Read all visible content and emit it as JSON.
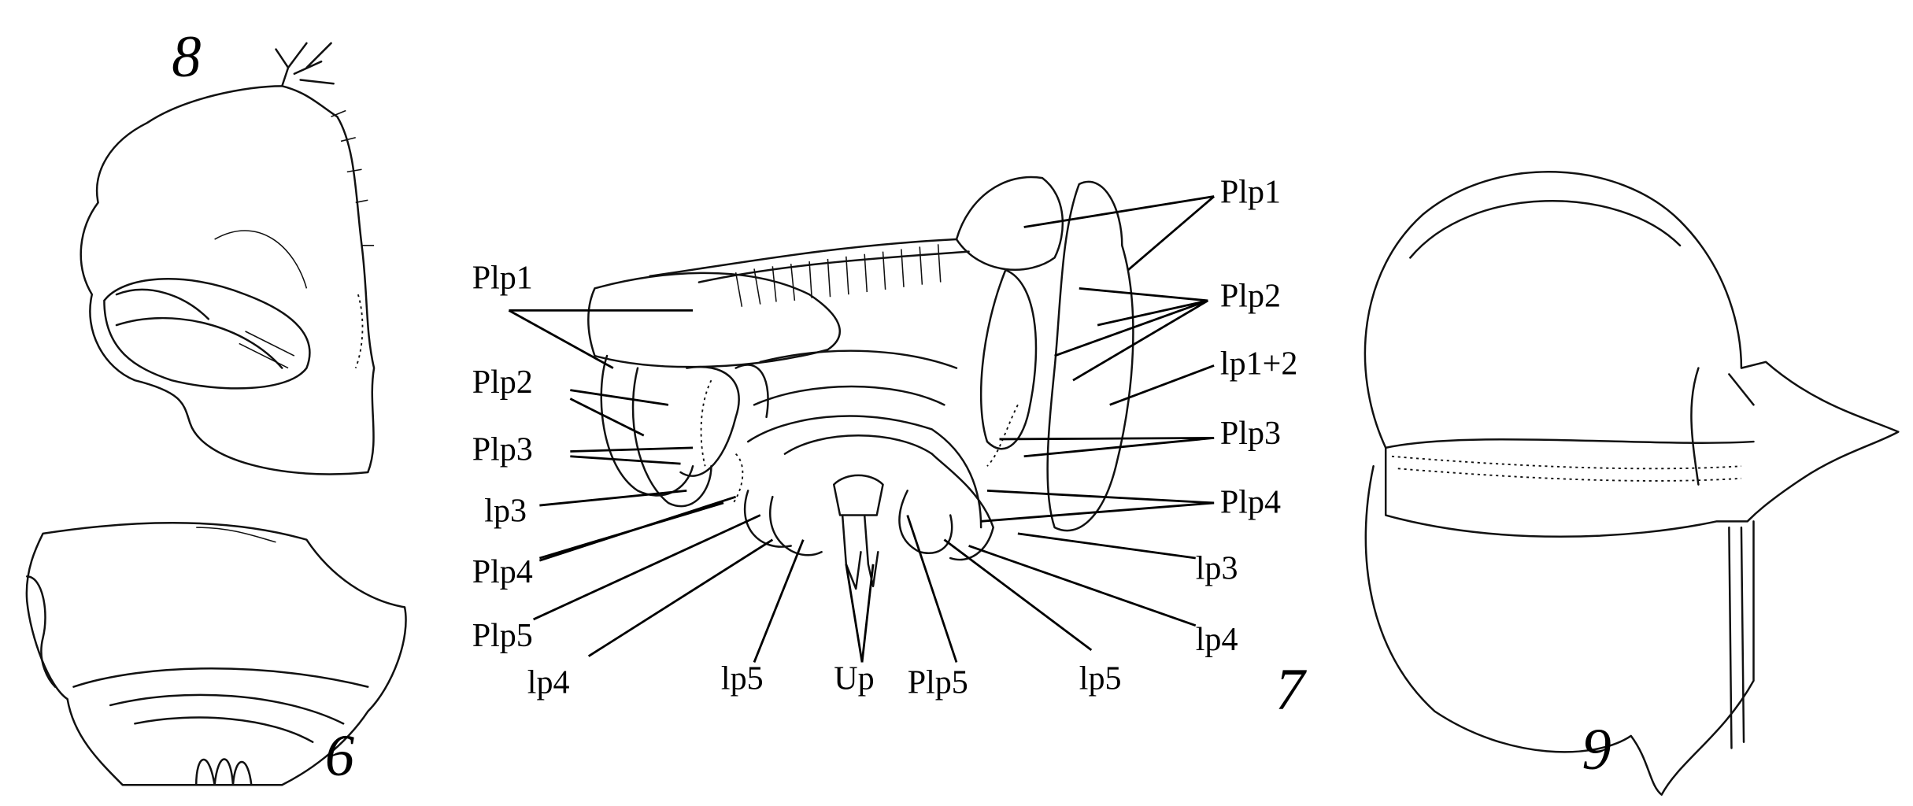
{
  "figure_numbers": {
    "fig8": "8",
    "fig6": "6",
    "fig7": "7",
    "fig9": "9"
  },
  "fig7_labels_left": [
    "Plp1",
    "Plp2",
    "Plp3",
    "lp3",
    "Plp4",
    "Plp5"
  ],
  "fig7_labels_bottom": [
    "lp4",
    "lp5",
    "Up",
    "Plp5",
    "lp5"
  ],
  "fig7_labels_right": [
    "Plp1",
    "Plp2",
    "lp1+2",
    "Plp3",
    "Plp4",
    "lp3",
    "lp4"
  ]
}
